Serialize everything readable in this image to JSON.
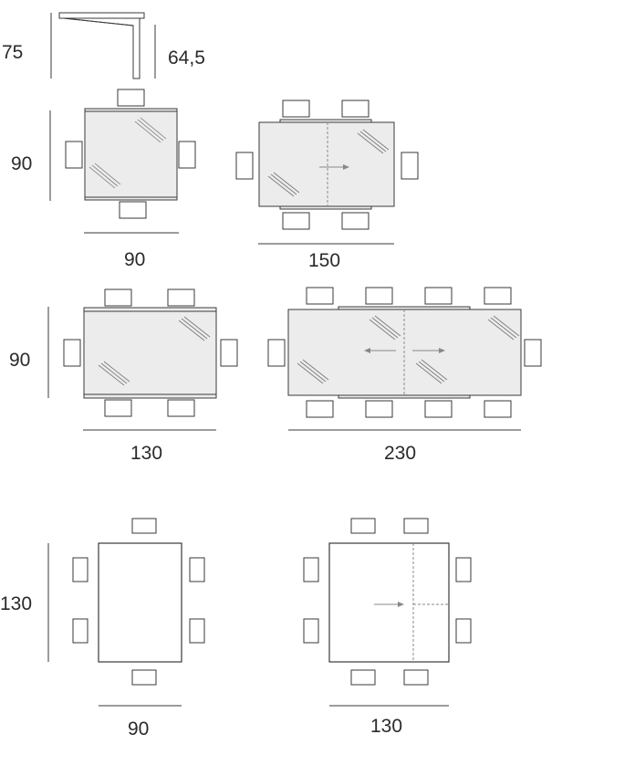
{
  "dimensions": {
    "height_total": "75",
    "height_table": "64,5",
    "depth_row1": "90",
    "depth_row2": "90",
    "depth_row3": "130",
    "width_square_90": "90",
    "width_ext_150": "150",
    "width_fixed_130": "130",
    "width_ext_230": "230",
    "width_plain_90": "90",
    "width_plain_130": "130"
  }
}
